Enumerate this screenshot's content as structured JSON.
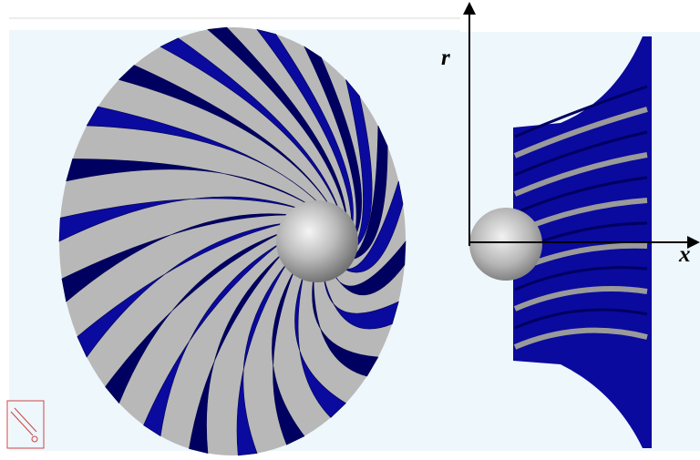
{
  "figure": {
    "views": [
      {
        "name": "front-view",
        "description_hidden": true
      },
      {
        "name": "side-view",
        "description_hidden": true
      }
    ],
    "axes": {
      "vertical_label": "r",
      "horizontal_label": "x"
    },
    "colors": {
      "blade": "#0a0a9e",
      "blade_dark": "#000060",
      "hub": "#b4b4b4",
      "background": "#eef7fb",
      "axis": "#000000"
    },
    "blade_count_visible": 22
  }
}
